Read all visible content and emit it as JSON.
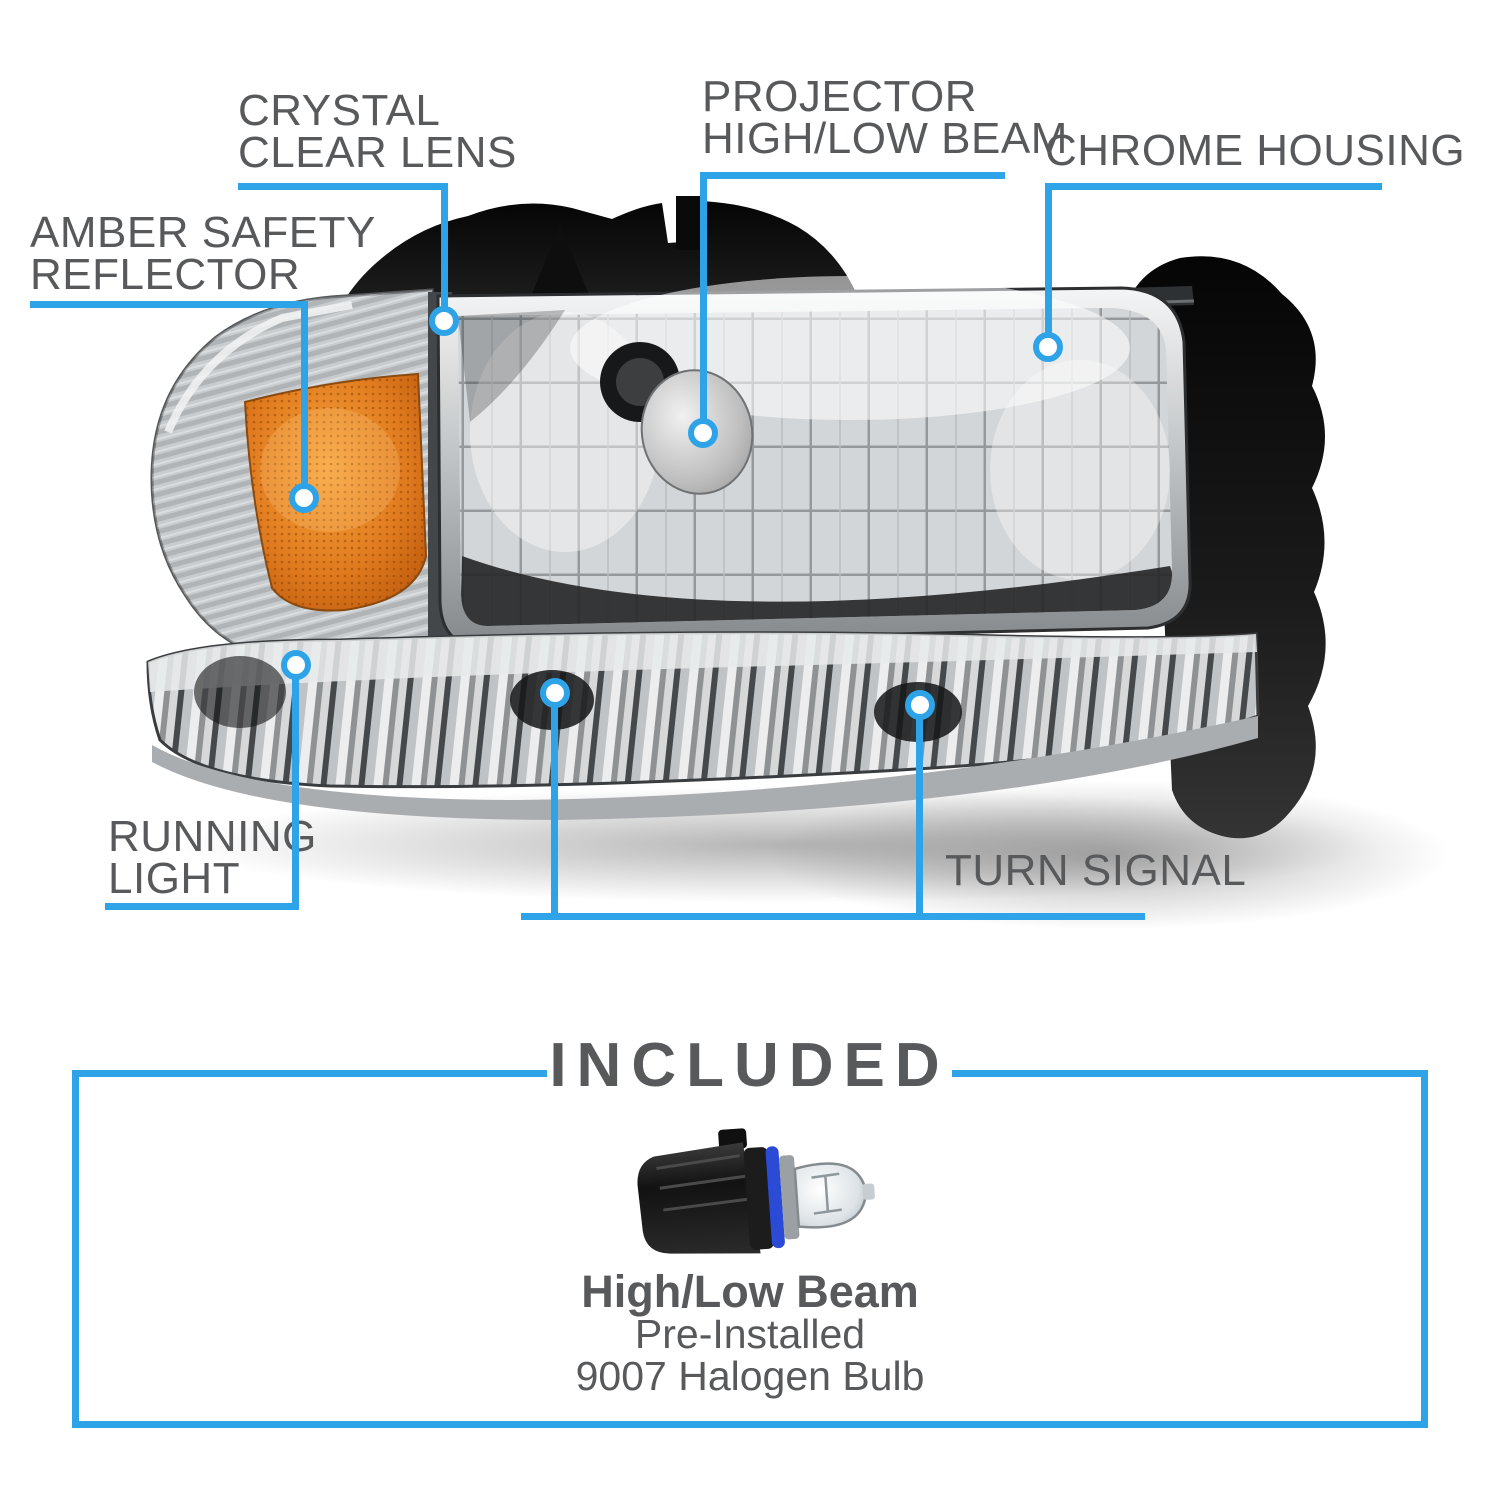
{
  "colors": {
    "accent": "#2ea3e8",
    "label_text": "#58595b",
    "amber": "#e07b1f"
  },
  "callouts": {
    "crystal_clear_lens": {
      "line1": "CRYSTAL",
      "line2": "CLEAR LENS"
    },
    "projector_high_low_beam": {
      "line1": "PROJECTOR",
      "line2": "HIGH/LOW BEAM"
    },
    "chrome_housing": {
      "line1": "CHROME HOUSING"
    },
    "amber_safety_reflector": {
      "line1": "AMBER SAFETY",
      "line2": "REFLECTOR"
    },
    "running_light": {
      "line1": "RUNNING",
      "line2": "LIGHT"
    },
    "turn_signal": {
      "line1": "TURN SIGNAL"
    }
  },
  "included_section": {
    "title": "INCLUDED",
    "bulb": {
      "name": "High/Low Beam",
      "line2": "Pre-Installed",
      "line3": "9007 Halogen Bulb"
    }
  }
}
